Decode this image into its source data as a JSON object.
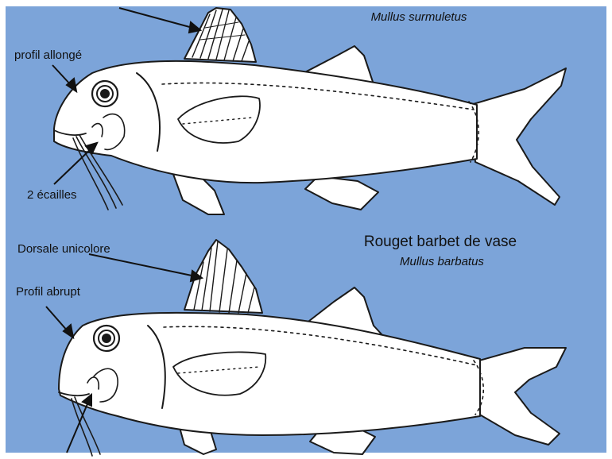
{
  "colors": {
    "background": "#7ca4d9",
    "frame": "#ffffff",
    "fish_fill": "#ffffff",
    "ink": "#1a1a1a"
  },
  "top_fish": {
    "species_latin": "Mullus surmuletus",
    "labels": {
      "profile": "profil allongé",
      "scales": "2 écailles"
    }
  },
  "bottom_fish": {
    "common_name": "Rouget barbet de vase",
    "species_latin": "Mullus barbatus",
    "labels": {
      "dorsal": "Dorsale unicolore",
      "profile": "Profil abrupt"
    }
  }
}
